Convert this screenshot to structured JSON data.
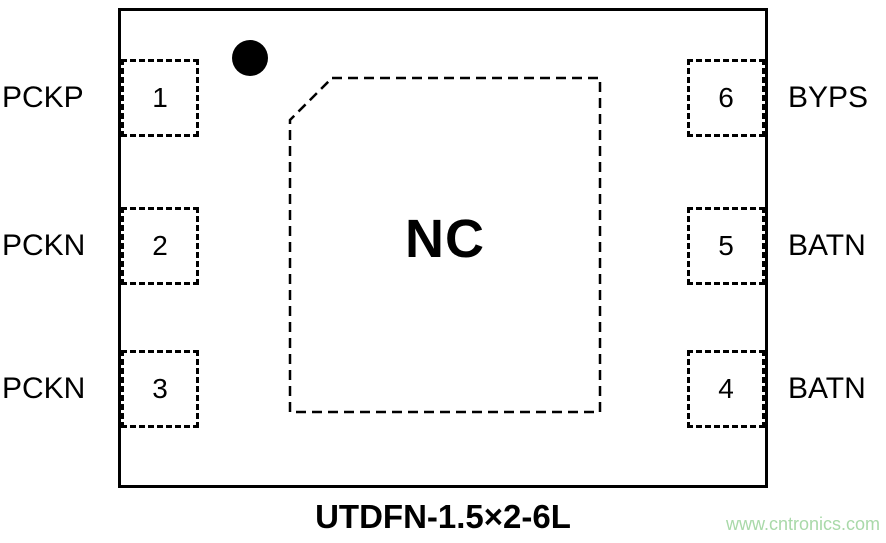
{
  "diagram": {
    "caption": "UTDFN-1.5×2-6L",
    "watermark": "www.cntronics.com",
    "center_label": "NC",
    "pins_left": [
      {
        "number": "1",
        "label": "PCKP"
      },
      {
        "number": "2",
        "label": "PCKN"
      },
      {
        "number": "3",
        "label": "PCKN"
      }
    ],
    "pins_right": [
      {
        "number": "6",
        "label": "BYPS"
      },
      {
        "number": "5",
        "label": "BATN"
      },
      {
        "number": "4",
        "label": "BATN"
      }
    ],
    "colors": {
      "line": "#000000",
      "watermark_green": "#a9d9a9"
    }
  }
}
